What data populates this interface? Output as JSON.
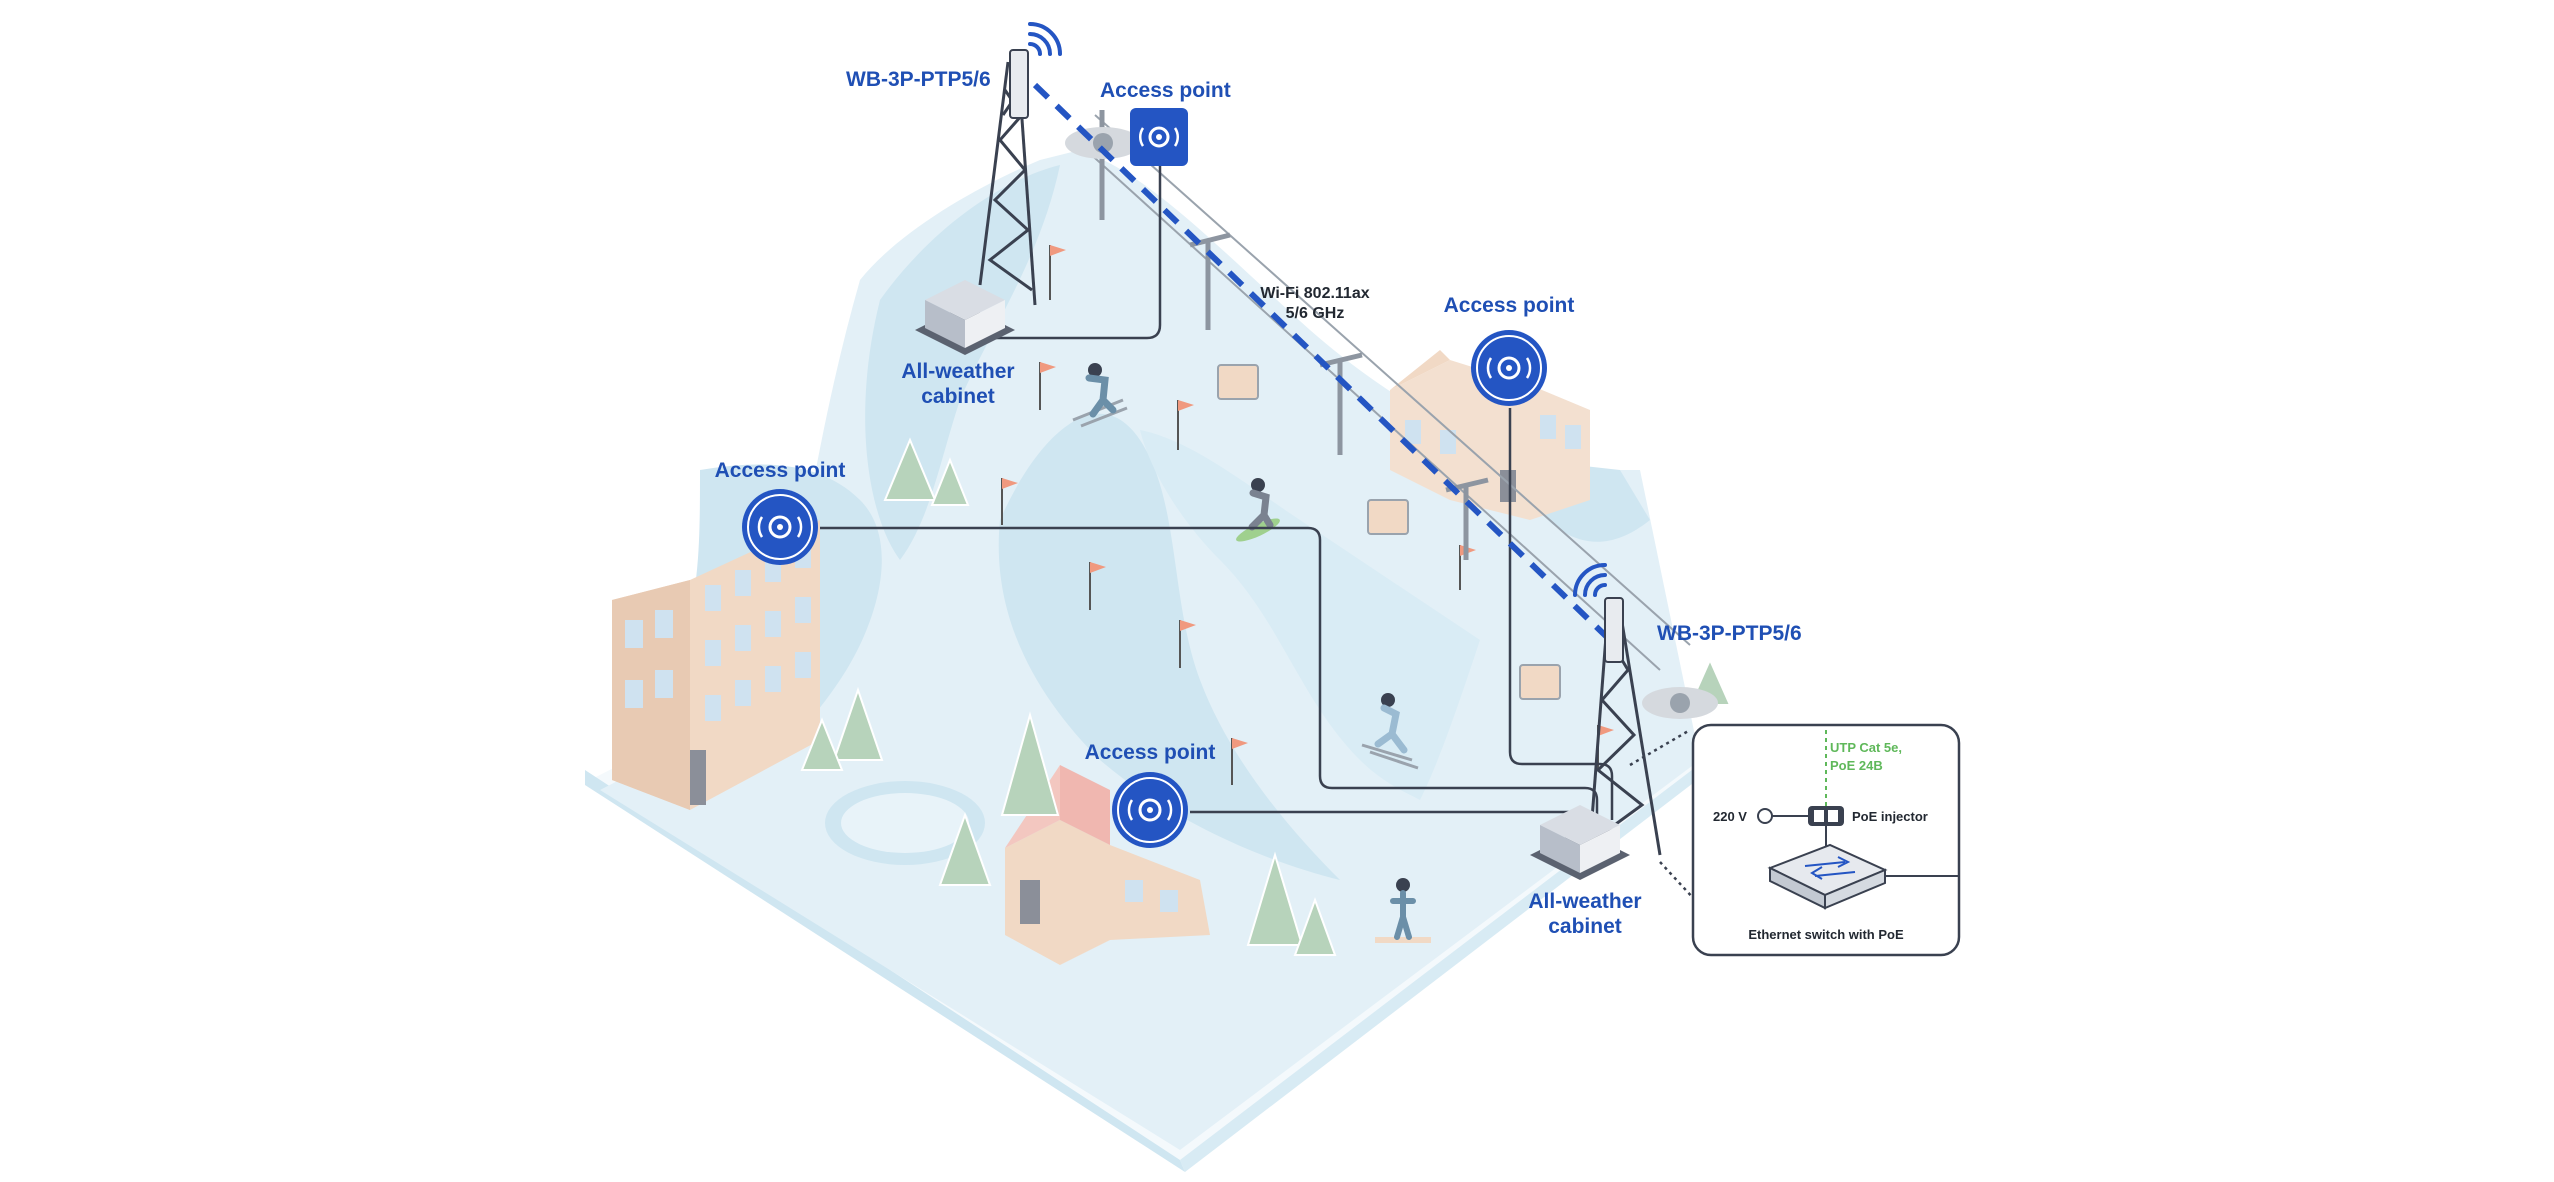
{
  "diagram": {
    "labels": {
      "bridge_top": "WB-3P-PTP5/6",
      "bridge_bottom": "WB-3P-PTP5/6",
      "ap_top": "Access point",
      "ap_right": "Access point",
      "ap_left": "Access point",
      "ap_bottom": "Access point",
      "cabinet_top_line1": "All-weather",
      "cabinet_top_line2": "cabinet",
      "cabinet_bottom_line1": "All-weather",
      "cabinet_bottom_line2": "cabinet",
      "wifi_line1": "Wi-Fi 802.11ax",
      "wifi_line2": "5/6 GHz"
    },
    "inset": {
      "cable_line1": "UTP Cat 5e,",
      "cable_line2": "PoE 24В",
      "power": "220 V",
      "injector": "PoE injector",
      "switch": "Ethernet switch with PoE"
    },
    "colors": {
      "brand_blue": "#1f4fb4",
      "link_blue": "#2455c3",
      "snow": "#cfe6f1",
      "building": "#f1d9c5",
      "cable_green": "#5fb85a",
      "wire": "#3a4150"
    },
    "icons": [
      "access-point-icon",
      "tower-icon",
      "cabinet-icon",
      "poe-injector-icon",
      "ethernet-switch-icon",
      "skier-icon",
      "snowboarder-icon",
      "flag-icon",
      "tree-icon",
      "chairlift-icon"
    ]
  }
}
